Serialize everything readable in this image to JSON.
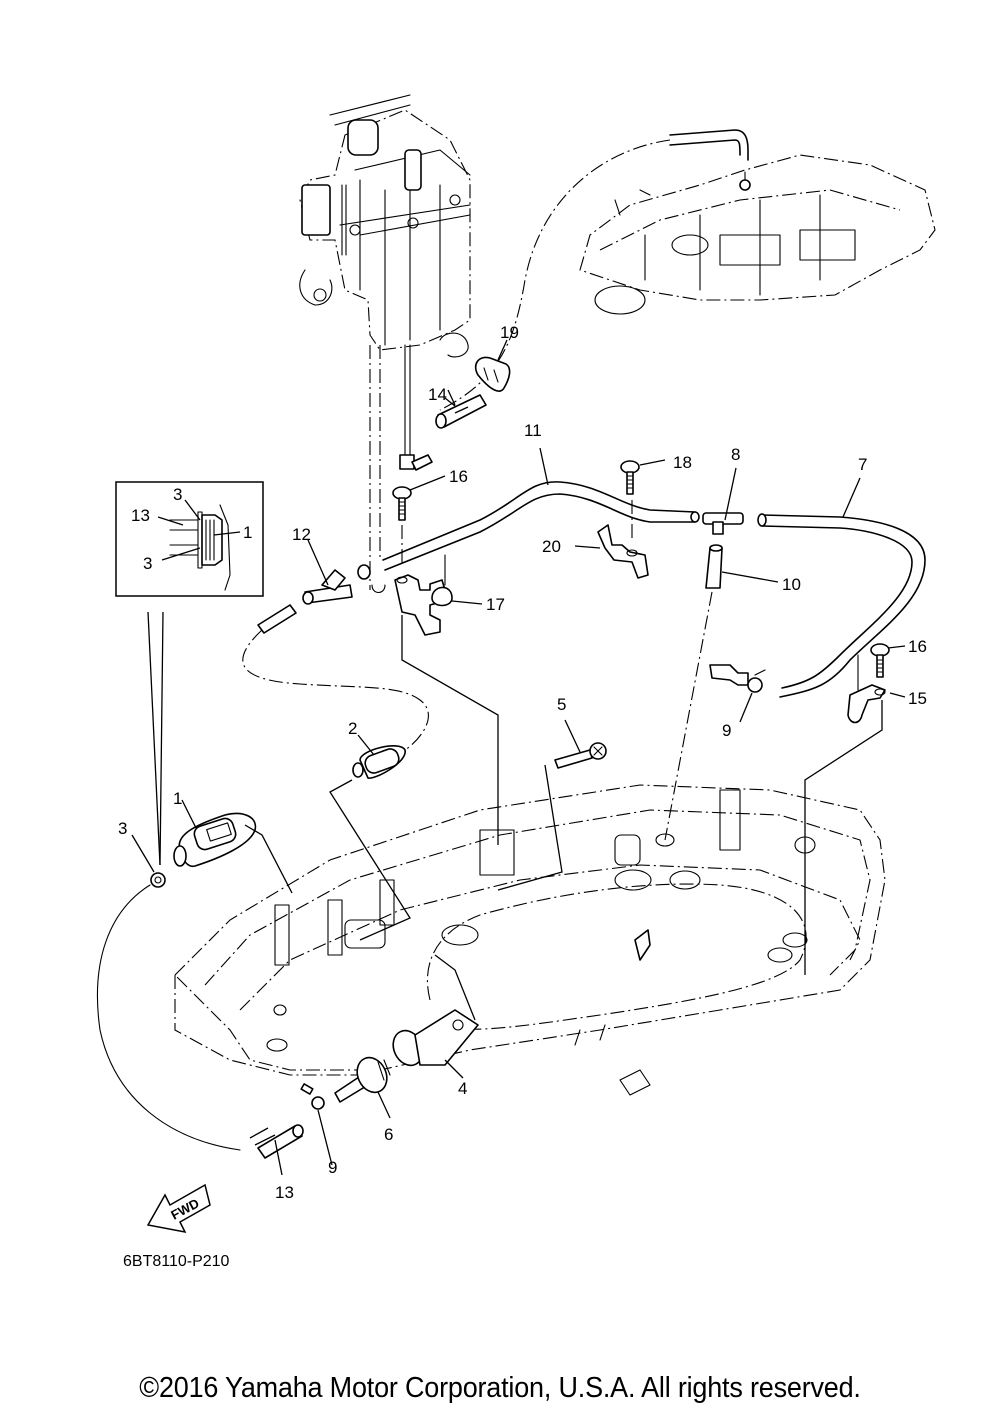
{
  "diagram": {
    "reference_code": "6BT8110-P210",
    "direction_indicator": "FWD",
    "copyright": "©2016 Yamaha Motor Corporation, U.S.A. All rights reserved.",
    "callouts": [
      {
        "id": "c19",
        "label": "19"
      },
      {
        "id": "c14",
        "label": "14"
      },
      {
        "id": "c11",
        "label": "11"
      },
      {
        "id": "c18",
        "label": "18"
      },
      {
        "id": "c8",
        "label": "8"
      },
      {
        "id": "c7",
        "label": "7"
      },
      {
        "id": "c16a",
        "label": "16"
      },
      {
        "id": "c12",
        "label": "12"
      },
      {
        "id": "c20",
        "label": "20"
      },
      {
        "id": "c10",
        "label": "10"
      },
      {
        "id": "c17",
        "label": "17"
      },
      {
        "id": "c16b",
        "label": "16"
      },
      {
        "id": "c15",
        "label": "15"
      },
      {
        "id": "c9a",
        "label": "9"
      },
      {
        "id": "c2",
        "label": "2"
      },
      {
        "id": "c5",
        "label": "5"
      },
      {
        "id": "c1",
        "label": "1"
      },
      {
        "id": "c3",
        "label": "3"
      },
      {
        "id": "c4",
        "label": "4"
      },
      {
        "id": "c6",
        "label": "6"
      },
      {
        "id": "c9b",
        "label": "9"
      },
      {
        "id": "c13",
        "label": "13"
      }
    ],
    "inset": {
      "callouts": [
        {
          "id": "i3a",
          "label": "3"
        },
        {
          "id": "i13",
          "label": "13"
        },
        {
          "id": "i1",
          "label": "1"
        },
        {
          "id": "i3b",
          "label": "3"
        }
      ]
    }
  }
}
